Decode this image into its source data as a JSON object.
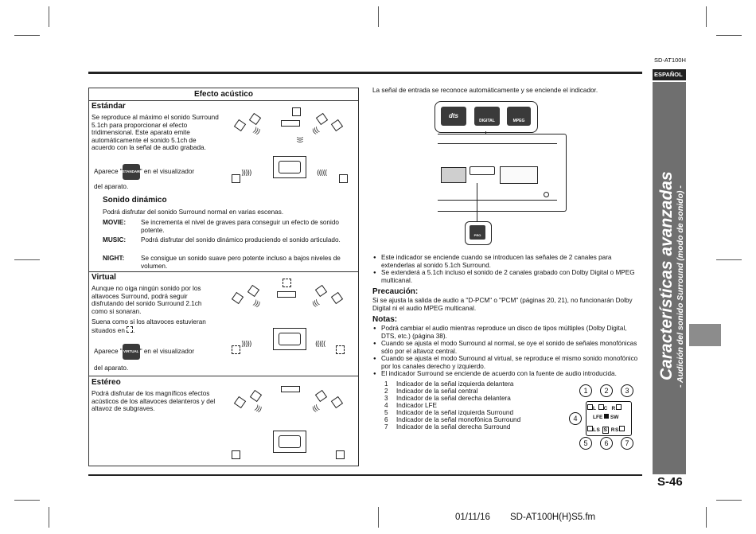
{
  "header": {
    "model": "SD-AT100H"
  },
  "side_tab": {
    "lang": "ESPAÑOL",
    "title": "Características avanzadas",
    "subtitle": "- Audición del sonido Surround (modo de sonido) -"
  },
  "table": {
    "header": "Efecto acústico",
    "estandar": {
      "title": "Estándar",
      "body": "Se reproduce al máximo el sonido Surround 5.1ch para proporcionar el efecto tridimensional. Este aparato emite automáticamente el sonido 5.1ch de acuerdo con la señal de audio grabada.",
      "aparece_pre": "Aparece \"",
      "button": "STANDARD",
      "aparece_post": "\" en el visualizador",
      "aparece_line2": "del aparato."
    },
    "dinamico": {
      "title": "Sonido dinámico",
      "intro": "Podrá disfrutar del sonido Surround normal en varias escenas.",
      "rows": [
        {
          "term": "MOVIE:",
          "desc": "Se incrementa el nivel de graves para conseguir un efecto de sonido potente."
        },
        {
          "term": "MUSIC:",
          "desc": "Podrá disfrutar del sonido dinámico produciendo el sonido articulado."
        },
        {
          "term": "NIGHT:",
          "desc": "Se consigue un sonido suave pero potente incluso a bajos niveles de volumen."
        }
      ]
    },
    "virtual": {
      "title": "Virtual",
      "body": "Aunque no oiga ningún sonido por los altavoces Surround, podrá seguir disfrutando del sonido Surround 2.1ch como si sonaran.",
      "note": "Suena como si los altavoces estuvieran situados en",
      "aparece_pre": "Aparece \"",
      "button": "VIRTUAL",
      "aparece_post": "\" en el visualizador",
      "aparece_line2": "del aparato."
    },
    "estereo": {
      "title": "Estéreo",
      "body": "Podrá disfrutar de los magníficos efectos acústicos de los altavoces delanteros y del altavoz de subgraves."
    }
  },
  "right": {
    "intro": "La señal de entrada se reconoce automáticamente y se enciende el indicador.",
    "badges": [
      "dts",
      "DIGITAL",
      "MPEG"
    ],
    "prologic": "PRO LOGIC",
    "bullets": [
      "Este indicador se enciende cuando se introducen las señales de 2 canales para extenderlas al sonido 5.1ch Surround.",
      "Se extenderá a 5.1ch incluso el sonido de 2 canales grabado con Dolby Digital o MPEG multicanal."
    ],
    "precaucion_title": "Precaución:",
    "precaucion_body": "Si se ajusta la salida de audio a \"D-PCM\" o \"PCM\" (páginas 20, 21), no funcionarán Dolby Digital ni el audio MPEG multicanal.",
    "notas_title": "Notas:",
    "notas": [
      "Podrá cambiar el audio mientras reproduce un disco de tipos múltiples (Dolby Digital, DTS, etc.) (página 38).",
      "Cuando se ajusta el modo Surround al normal, se oye el sonido de señales monofónicas sólo por el altavoz central.",
      "Cuando se ajusta el modo Surround al virtual, se reproduce el mismo sonido monofónico por los canales derecho y izquierdo.",
      "El indicador Surround se enciende de acuerdo con la fuente de audio introducida."
    ],
    "legend": [
      {
        "n": "1",
        "label": "Indicador de la señal izquierda delantera"
      },
      {
        "n": "2",
        "label": "Indicador de la señal central"
      },
      {
        "n": "3",
        "label": "Indicador de la señal derecha delantera"
      },
      {
        "n": "4",
        "label": "Indicador LFE"
      },
      {
        "n": "5",
        "label": "Indicador de la señal izquierda Surround"
      },
      {
        "n": "6",
        "label": "Indicador de la señal monofónica Surround"
      },
      {
        "n": "7",
        "label": "Indicador de la señal derecha Surround"
      }
    ],
    "indicator": {
      "circles": [
        "1",
        "2",
        "3",
        "4",
        "5",
        "6",
        "7"
      ],
      "labels": {
        "l": "L",
        "c": "C",
        "r": "R",
        "lfe": "LFE",
        "sw": "SW",
        "ls": "LS",
        "s": "S",
        "rs": "RS"
      }
    }
  },
  "footer": {
    "page": "S-46",
    "date": "01/11/16",
    "file": "SD-AT100H(H)S5.fm"
  }
}
